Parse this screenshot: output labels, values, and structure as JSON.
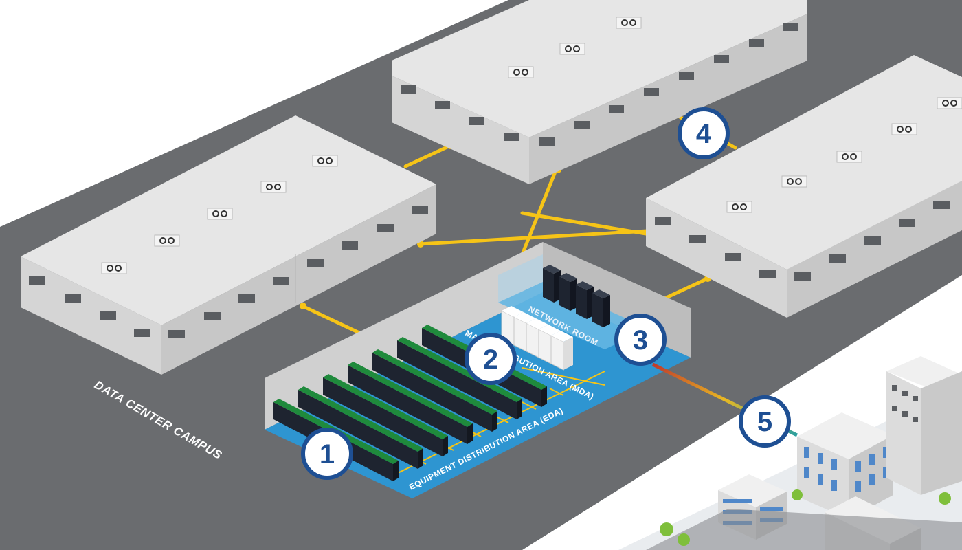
{
  "campus_label": "DATA CENTER CAMPUS",
  "rooms": {
    "network_room": "NETWORK ROOM",
    "mda": "MAIN DISTRIBUTION AREA (MDA)",
    "eda": "EQUIPMENT DISTRIBUTION AREA (EDA)"
  },
  "badges": [
    "1",
    "2",
    "3",
    "4",
    "5"
  ],
  "colors": {
    "ground": "#6a6c6f",
    "building_top": "#e6e6e6",
    "building_side": "#c7c7c7",
    "building_front": "#d5d5d5",
    "floor_blue": "#2e95d1",
    "cable": "#f6c417",
    "badge_ring": "#1e4f93"
  }
}
